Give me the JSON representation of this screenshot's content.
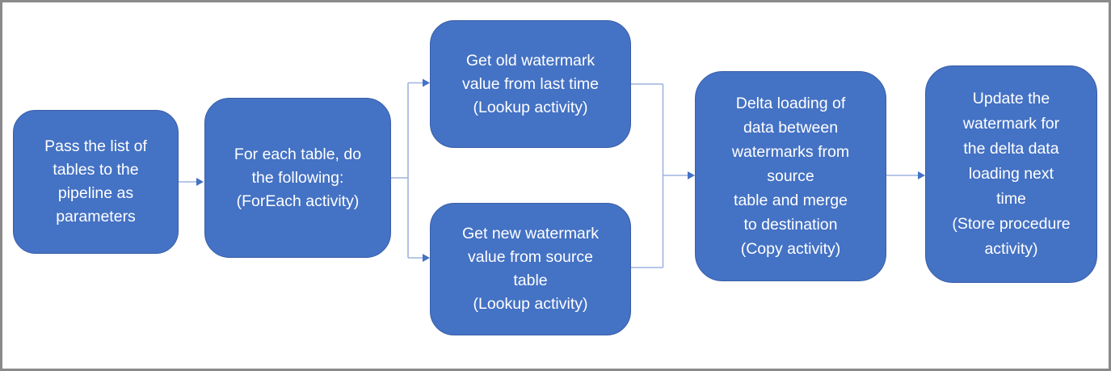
{
  "colors": {
    "background": "#ffffff",
    "canvas_border": "#8a8a8a",
    "node_fill": "#4472C4",
    "node_border": "#3A5FA8",
    "connector_line": "#9db4e0",
    "arrow_fill": "#4472C4",
    "text_color": "#ffffff"
  },
  "nodes": [
    {
      "name": "pass-tables",
      "label": "Pass the list of\ntables to the\npipeline as\nparameters"
    },
    {
      "name": "foreach-table",
      "label": "For each table, do\nthe following:\n(ForEach activity)"
    },
    {
      "name": "get-old-watermark",
      "label": "Get old watermark\nvalue from last time\n(Lookup activity)"
    },
    {
      "name": "get-new-watermark",
      "label": "Get new watermark\nvalue from source\ntable\n(Lookup activity)"
    },
    {
      "name": "delta-loading",
      "label": "Delta loading of\ndata between\nwatermarks from\nsource\ntable and merge\nto destination\n(Copy activity)"
    },
    {
      "name": "update-watermark",
      "label": "Update the\nwatermark for\nthe delta data\nloading next\ntime\n(Store procedure\nactivity)"
    }
  ]
}
